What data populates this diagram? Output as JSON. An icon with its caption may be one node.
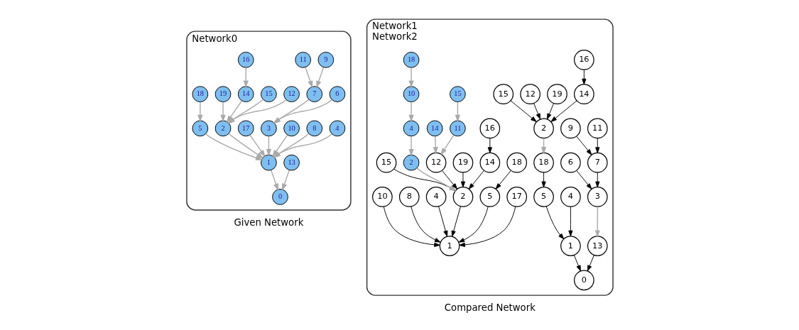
{
  "diagram": {
    "nodes": [
      {
        "text": [
          "Network0"
        ],
        "beside": [
          "Given Network"
        ]
      },
      {
        "text": [
          "0"
        ],
        "in": 0
      },
      {
        "text": [
          "1"
        ],
        "in": 0
      },
      {
        "text": [
          "2"
        ],
        "in": 0
      },
      {
        "text": [
          "3"
        ],
        "in": 0
      },
      {
        "text": [
          "4"
        ],
        "in": 0
      },
      {
        "text": [
          "5"
        ],
        "in": 0
      },
      {
        "text": [
          "6"
        ],
        "in": 0
      },
      {
        "text": [
          "7"
        ],
        "in": 0
      },
      {
        "text": [
          "8"
        ],
        "in": 0
      },
      {
        "text": [
          "9"
        ],
        "in": 0
      },
      {
        "text": [
          "10"
        ],
        "in": 0
      },
      {
        "text": [
          "11"
        ],
        "in": 0
      },
      {
        "text": [
          "12"
        ],
        "in": 0
      },
      {
        "text": [
          "13"
        ],
        "in": 0
      },
      {
        "text": [
          "14"
        ],
        "in": 0
      },
      {
        "text": [
          "15"
        ],
        "in": 0
      },
      {
        "text": [
          "16"
        ],
        "in": 0
      },
      {
        "text": [
          "17"
        ],
        "in": 0
      },
      {
        "text": [
          "18"
        ],
        "in": 0
      },
      {
        "text": [
          "19"
        ],
        "in": 0
      },
      {
        "text": [
          "Network1",
          "Network2"
        ],
        "beside": [
          "Compared Network"
        ]
      },
      {
        "text": [
          "0"
        ],
        "in": 21
      },
      {
        "text": [
          "1"
        ],
        "in": 21
      },
      {
        "text": [
          "2"
        ],
        "in": 21
      },
      {
        "text": [
          "3"
        ],
        "in": 21
      },
      {
        "text": [
          "4"
        ],
        "in": 21
      },
      {
        "text": [
          "5"
        ],
        "in": 21
      },
      {
        "text": [
          "6"
        ],
        "in": 21
      },
      {
        "text": [
          "7"
        ],
        "in": 21
      },
      {
        "text": [
          "9"
        ],
        "in": 21
      },
      {
        "text": [
          "11"
        ],
        "in": 21
      },
      {
        "text": [
          "12"
        ],
        "in": 21
      },
      {
        "text": [
          "13"
        ],
        "in": 21
      },
      {
        "text": [
          "14"
        ],
        "in": 21
      },
      {
        "text": [
          "15"
        ],
        "in": 21
      },
      {
        "text": [
          "16"
        ],
        "in": 21
      },
      {
        "text": [
          "18"
        ],
        "in": 21
      },
      {
        "text": [
          "19"
        ],
        "in": 21
      },
      {
        "text": [
          "1"
        ],
        "in": 21
      },
      {
        "text": [
          "2"
        ],
        "in": 21
      },
      {
        "text": [
          "4"
        ],
        "in": 21
      },
      {
        "text": [
          "5"
        ],
        "in": 21
      },
      {
        "text": [
          "8"
        ],
        "in": 21
      },
      {
        "text": [
          "10"
        ],
        "in": 21
      },
      {
        "text": [
          "12"
        ],
        "in": 21
      },
      {
        "text": [
          "14"
        ],
        "in": 21
      },
      {
        "text": [
          "15"
        ],
        "in": 21
      },
      {
        "text": [
          "16"
        ],
        "in": 21
      },
      {
        "text": [
          "17"
        ],
        "in": 21
      },
      {
        "text": [
          "18"
        ],
        "in": 21
      },
      {
        "text": [
          "19"
        ],
        "in": 21
      },
      {
        "text": [
          "2"
        ],
        "in": 21
      },
      {
        "text": [
          "4"
        ],
        "in": 21
      },
      {
        "text": [
          "10"
        ],
        "in": 21
      },
      {
        "text": [
          "11"
        ],
        "in": 21
      },
      {
        "text": [
          "14"
        ],
        "in": 21
      },
      {
        "text": [
          "15"
        ],
        "in": 21
      },
      {
        "text": [
          "18"
        ],
        "in": 21
      }
    ],
    "edges": [
      {
        "from": 16,
        "to": 3,
        "arrow": "to"
      },
      {
        "from": 13,
        "to": 3,
        "arrow": "to"
      },
      {
        "from": 20,
        "to": 3,
        "arrow": "to"
      },
      {
        "from": 15,
        "to": 3,
        "arrow": "to"
      },
      {
        "from": 17,
        "to": 15,
        "arrow": "to"
      },
      {
        "from": 3,
        "to": 2,
        "arrow": "to"
      },
      {
        "from": 19,
        "to": 6,
        "arrow": "to"
      },
      {
        "from": 6,
        "to": 2,
        "arrow": "to"
      },
      {
        "from": 5,
        "to": 2,
        "arrow": "to"
      },
      {
        "from": 18,
        "to": 2,
        "arrow": "to"
      },
      {
        "from": 4,
        "to": 2,
        "arrow": "to"
      },
      {
        "from": 11,
        "to": 2,
        "arrow": "to"
      },
      {
        "from": 9,
        "to": 2,
        "arrow": "to"
      },
      {
        "from": 2,
        "to": 1,
        "arrow": "to"
      },
      {
        "from": 14,
        "to": 1,
        "arrow": "to"
      },
      {
        "from": 10,
        "to": 8,
        "arrow": "to"
      },
      {
        "from": 8,
        "to": 4,
        "arrow": "to"
      },
      {
        "from": 12,
        "to": 8,
        "arrow": "to"
      },
      {
        "from": 7,
        "to": 4,
        "arrow": "to"
      },
      {
        "from": 31,
        "to": 29,
        "arrow": "to",
        "color": "#000000"
      },
      {
        "from": 30,
        "to": 29,
        "arrow": "to",
        "color": "#000000"
      },
      {
        "from": 29,
        "to": 25,
        "arrow": "to",
        "color": "#000000"
      },
      {
        "from": 28,
        "to": 25,
        "arrow": "to",
        "color": "#000000"
      },
      {
        "from": 25,
        "to": 33,
        "arrow": "to"
      },
      {
        "from": 33,
        "to": 22,
        "arrow": "to",
        "color": "#000000"
      },
      {
        "from": 36,
        "to": 34,
        "arrow": "to",
        "color": "#000000"
      },
      {
        "from": 34,
        "to": 24,
        "arrow": "to",
        "color": "#000000"
      },
      {
        "from": 38,
        "to": 24,
        "arrow": "to",
        "color": "#000000"
      },
      {
        "from": 32,
        "to": 24,
        "arrow": "to",
        "color": "#000000"
      },
      {
        "from": 35,
        "to": 24,
        "arrow": "to",
        "color": "#000000"
      },
      {
        "from": 24,
        "to": 37,
        "arrow": "to"
      },
      {
        "from": 37,
        "to": 27,
        "arrow": "to",
        "color": "#000000"
      },
      {
        "from": 27,
        "to": 23,
        "arrow": "to",
        "color": "#000000"
      },
      {
        "from": 23,
        "to": 22,
        "arrow": "to",
        "color": "#000000"
      },
      {
        "from": 26,
        "to": 23,
        "arrow": "to",
        "color": "#000000"
      },
      {
        "from": 57,
        "to": 55,
        "arrow": "to"
      },
      {
        "from": 55,
        "to": 45,
        "arrow": "to"
      },
      {
        "from": 56,
        "to": 45,
        "arrow": "to"
      },
      {
        "from": 58,
        "to": 54,
        "arrow": "to"
      },
      {
        "from": 54,
        "to": 53,
        "arrow": "to"
      },
      {
        "from": 53,
        "to": 52,
        "arrow": "to"
      },
      {
        "from": 52,
        "to": 40,
        "arrow": "to"
      },
      {
        "from": 45,
        "to": 40,
        "arrow": "to",
        "color": "#000000"
      },
      {
        "from": 47,
        "to": 40,
        "arrow": "to",
        "color": "#000000"
      },
      {
        "from": 46,
        "to": 40,
        "arrow": "to",
        "color": "#000000"
      },
      {
        "from": 48,
        "to": 46,
        "arrow": "to",
        "color": "#000000"
      },
      {
        "from": 51,
        "to": 40,
        "arrow": "to",
        "color": "#000000"
      },
      {
        "from": 40,
        "to": 39,
        "arrow": "to",
        "color": "#000000"
      },
      {
        "from": 43,
        "to": 39,
        "arrow": "to",
        "color": "#000000"
      },
      {
        "from": 42,
        "to": 39,
        "arrow": "to",
        "color": "#000000"
      },
      {
        "from": 50,
        "to": 42,
        "arrow": "to",
        "color": "#000000"
      },
      {
        "from": 41,
        "to": 39,
        "arrow": "to",
        "color": "#000000"
      },
      {
        "from": 49,
        "to": 39,
        "arrow": "to",
        "color": "#000000"
      },
      {
        "from": 44,
        "to": 39,
        "arrow": "to",
        "color": "#000000"
      }
    ]
  }
}
